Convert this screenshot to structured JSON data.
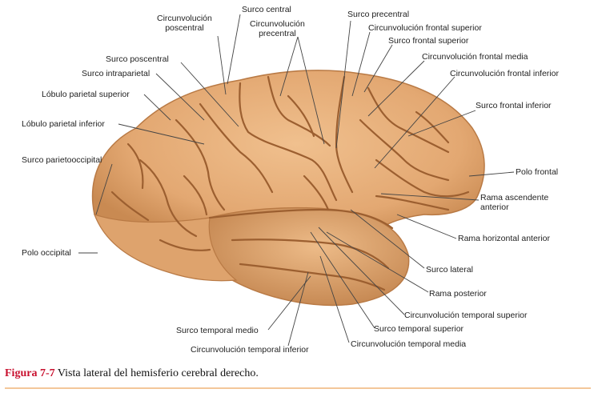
{
  "labels": {
    "circunvolucion_poscentral": "Circunvolución\nposcentral",
    "surco_central": "Surco central",
    "circunvolucion_precentral": "Circunvolución\nprecentral",
    "surco_precentral": "Surco precentral",
    "circunvolucion_frontal_superior": "Circunvolución frontal superior",
    "surco_frontal_superior": "Surco frontal superior",
    "circunvolucion_frontal_media": "Circunvolución frontal media",
    "circunvolucion_frontal_inferior": "Circunvolución frontal inferior",
    "surco_frontal_inferior": "Surco frontal inferior",
    "polo_frontal": "Polo frontal",
    "rama_ascendente_anterior": "Rama ascendente\nanterior",
    "rama_horizontal_anterior": "Rama horizontal anterior",
    "surco_lateral": "Surco lateral",
    "rama_posterior": "Rama posterior",
    "circunvolucion_temporal_superior": "Circunvolución temporal superior",
    "surco_temporal_superior": "Surco temporal superior",
    "circunvolucion_temporal_media": "Circunvolución temporal media",
    "circunvolucion_temporal_inferior": "Circunvolución temporal inferior",
    "surco_temporal_medio": "Surco temporal medio",
    "polo_occipital": "Polo occipital",
    "surco_parietooccipital": "Surco parietooccipital",
    "lobulo_parietal_inferior": "Lóbulo parietal inferior",
    "lobulo_parietal_superior": "Lóbulo parietal superior",
    "surco_intraparietal": "Surco intraparietal",
    "surco_poscentral": "Surco poscentral"
  },
  "caption": {
    "figure_number": "Figura 7-7",
    "text": " Vista lateral del hemisferio cerebral derecho."
  },
  "colors": {
    "brain_fill": "#e8b27c",
    "brain_shadow": "#c98a52",
    "sulcus": "#9c5f30",
    "caption_accent": "#c8102e",
    "rule": "#f3c79a"
  }
}
